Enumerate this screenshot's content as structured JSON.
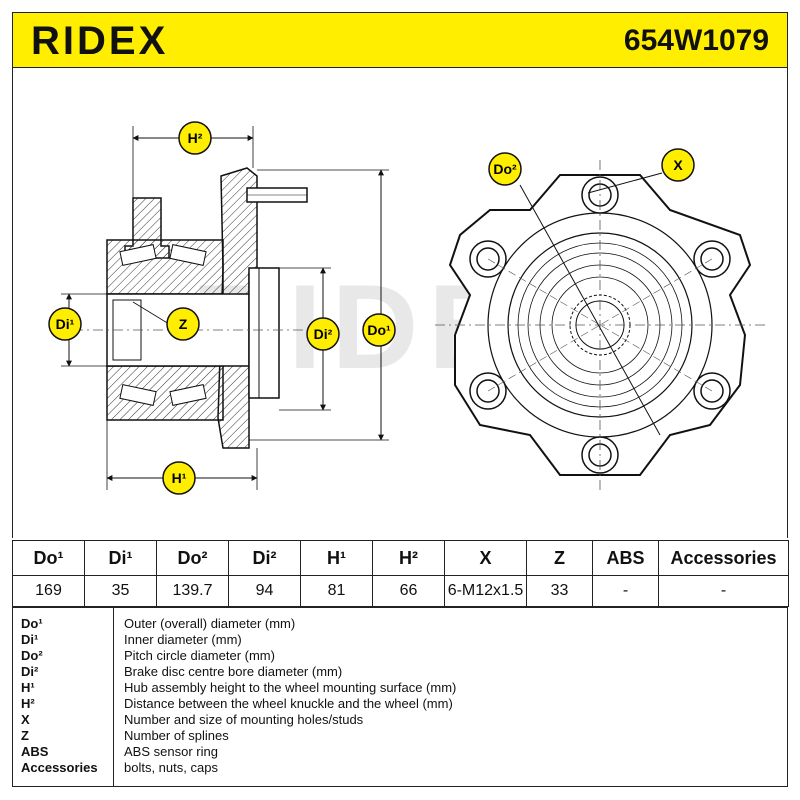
{
  "header": {
    "brand": "RIDEX",
    "part_number": "654W1079",
    "accent_color": "#ffee00"
  },
  "drawing": {
    "watermark": "RIDEX",
    "side_labels": {
      "h2": "H²",
      "h1": "H¹",
      "di1": "Di¹",
      "di2": "Di²",
      "do1": "Do¹",
      "z": "Z"
    },
    "front_labels": {
      "do2": "Do²",
      "x": "X"
    }
  },
  "table": {
    "headers": [
      "Do¹",
      "Di¹",
      "Do²",
      "Di²",
      "H¹",
      "H²",
      "X",
      "Z",
      "ABS",
      "Accessories"
    ],
    "values": [
      "169",
      "35",
      "139.7",
      "94",
      "81",
      "66",
      "6-M12x1.5",
      "33",
      "-",
      "-"
    ]
  },
  "legend": [
    {
      "key": "Do¹",
      "desc": "Outer (overall) diameter (mm)"
    },
    {
      "key": "Di¹",
      "desc": "Inner diameter (mm)"
    },
    {
      "key": "Do²",
      "desc": "Pitch circle diameter (mm)"
    },
    {
      "key": "Di²",
      "desc": "Brake disc centre bore diameter (mm)"
    },
    {
      "key": "H¹",
      "desc": "Hub assembly height to the wheel mounting surface (mm)"
    },
    {
      "key": "H²",
      "desc": "Distance between the wheel knuckle and the wheel (mm)"
    },
    {
      "key": "X",
      "desc": "Number and size of mounting holes/studs"
    },
    {
      "key": "Z",
      "desc": "Number of splines"
    },
    {
      "key": "ABS",
      "desc": "ABS sensor ring"
    },
    {
      "key": "Accessories",
      "desc": "bolts, nuts, caps"
    }
  ]
}
